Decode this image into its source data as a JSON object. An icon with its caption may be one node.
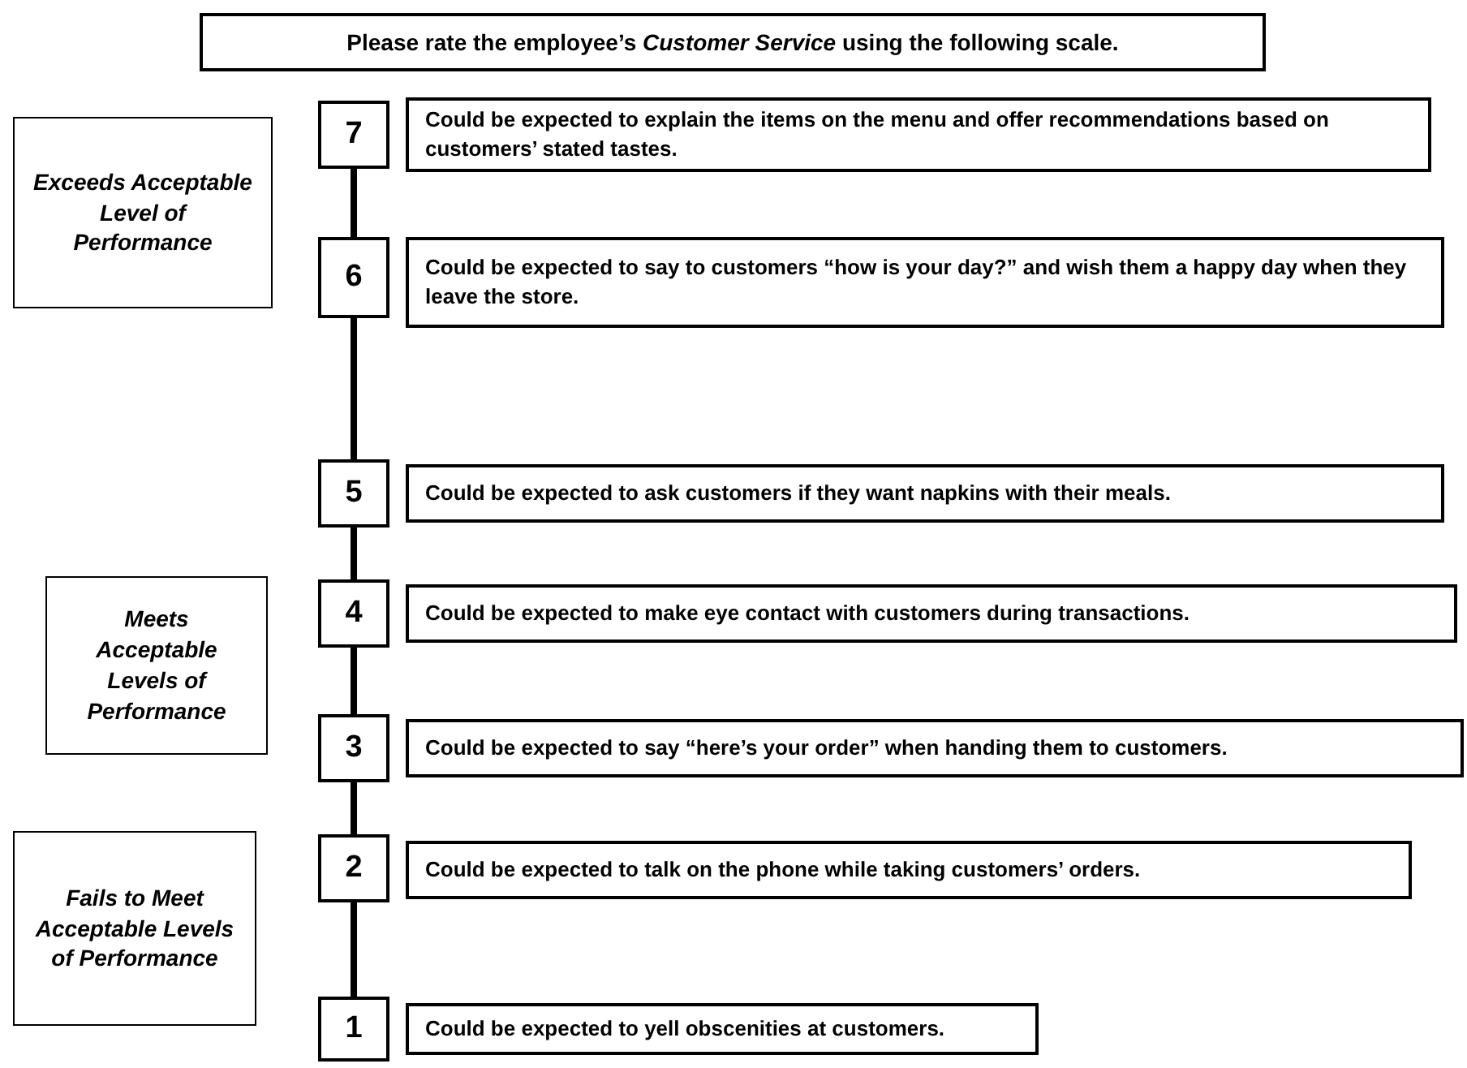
{
  "diagram": {
    "title": "Please rate the employee’s *Customer Service* using the following scale.",
    "nodes": [
      {
        "text": [
          "Exceeds Acceptable Level of Performance"
        ]
      },
      {
        "text": [
          "7"
        ]
      },
      {
        "text": [
          "Could be expected to explain the items on the menu and offer recommendations based on customers’ stated tastes."
        ]
      },
      {
        "text": [
          "6"
        ]
      },
      {
        "text": [
          "Could be expected to say to customers “how is your day?” and wish them a happy day when they leave the store."
        ]
      },
      {
        "text": [
          "5"
        ]
      },
      {
        "text": [
          "Could be expected to ask customers if they want napkins with their meals."
        ]
      },
      {
        "text": [
          "Meets Acceptable Levels of Performance"
        ]
      },
      {
        "text": [
          "4"
        ]
      },
      {
        "text": [
          "Could be expected to make eye contact with customers during transactions."
        ]
      },
      {
        "text": [
          "3"
        ]
      },
      {
        "text": [
          "Could be expected to say “here’s your order” when handing them to customers."
        ]
      },
      {
        "text": [
          "Fails to Meet Acceptable Levels of Performance"
        ]
      },
      {
        "text": [
          "2"
        ]
      },
      {
        "text": [
          "Could be expected to talk on the phone while taking customers’ orders."
        ]
      },
      {
        "text": [
          "1"
        ]
      },
      {
        "text": [
          "Could be expected to yell obscenities at customers."
        ]
      }
    ],
    "edges": [
      {
        "from": 1,
        "to": 3,
        "arrow": "none"
      },
      {
        "from": 3,
        "to": 5,
        "arrow": "none"
      },
      {
        "from": 5,
        "to": 8,
        "arrow": "none"
      },
      {
        "from": 8,
        "to": 10,
        "arrow": "none"
      },
      {
        "from": 10,
        "to": 13,
        "arrow": "none"
      },
      {
        "from": 13,
        "to": 15,
        "arrow": "none"
      }
    ]
  }
}
